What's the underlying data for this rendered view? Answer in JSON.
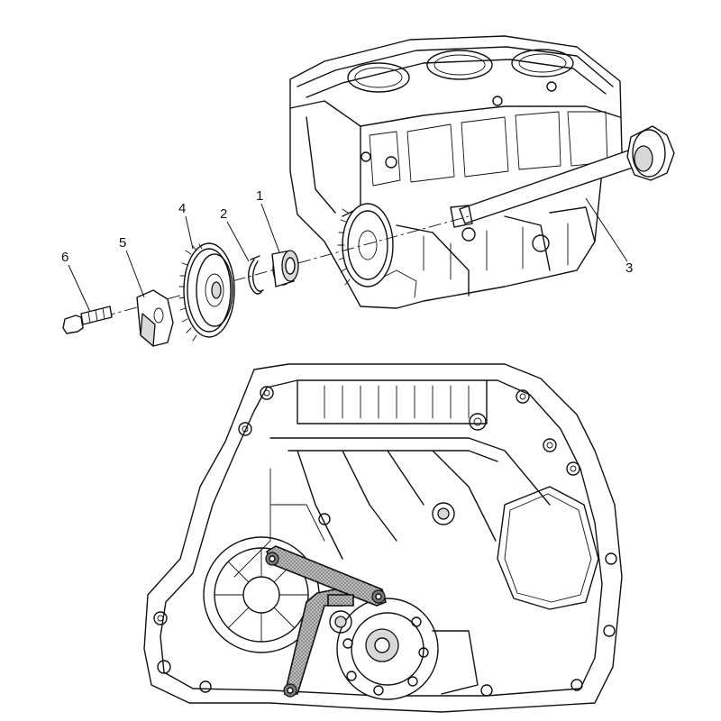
{
  "callouts": [
    {
      "id": "1",
      "label": "1"
    },
    {
      "id": "2",
      "label": "2"
    },
    {
      "id": "3",
      "label": "3"
    },
    {
      "id": "4",
      "label": "4"
    },
    {
      "id": "5",
      "label": "5"
    },
    {
      "id": "6",
      "label": "6"
    }
  ],
  "colors": {
    "line": "#111111",
    "background": "#ffffff",
    "part_fill": "#d8d8d8",
    "tool_hatch": "#555555"
  }
}
